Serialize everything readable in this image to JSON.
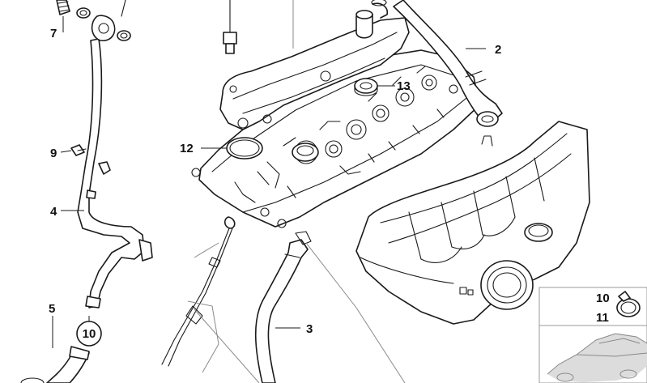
{
  "callouts": {
    "c7": "7",
    "c2": "2",
    "c13": "13",
    "c12": "12",
    "c9": "9",
    "c4": "4",
    "c5": "5",
    "c10_circled": "10",
    "c3": "3",
    "inset_10": "10",
    "inset_11": "11"
  },
  "colors": {
    "line": "#1a1a1a",
    "inset_border": "#9a9a9a",
    "ghost_line": "#8a8a8a"
  }
}
